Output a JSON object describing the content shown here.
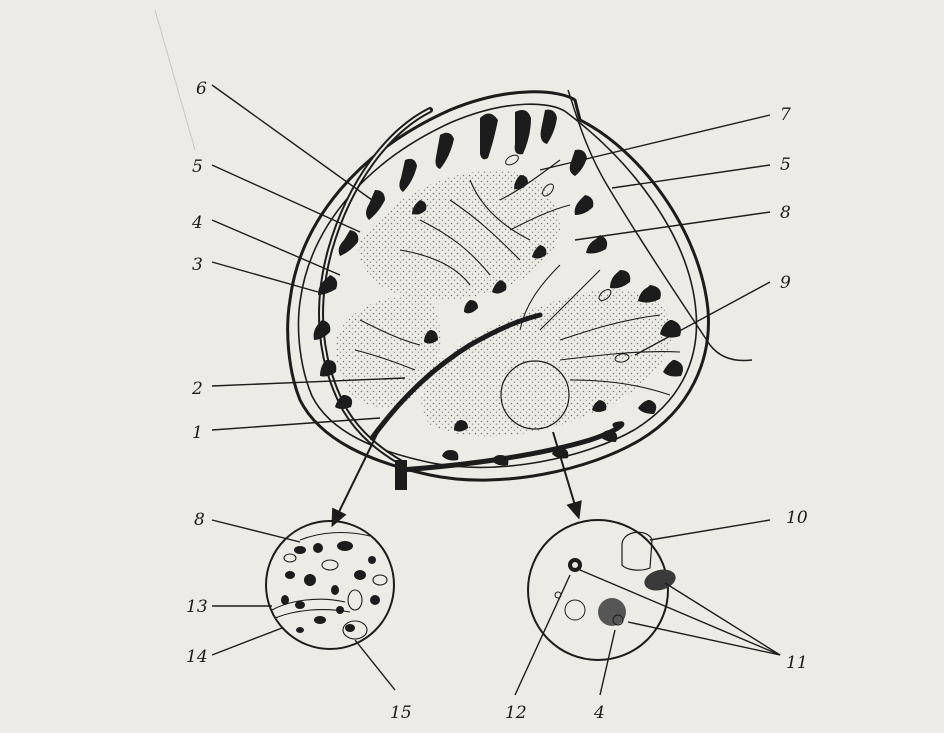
{
  "labels": {
    "l1": "1",
    "l2": "2",
    "l3": "3",
    "l4": "4",
    "l5a": "5",
    "l5b": "5",
    "l6": "6",
    "l7": "7",
    "l8a": "8",
    "l9": "9",
    "l8b": "8",
    "l13": "13",
    "l14": "14",
    "l15": "15",
    "l10": "10",
    "l11": "11",
    "l12": "12",
    "l4b": "4"
  },
  "colors": {
    "paper": "#ecebe6",
    "ink": "#1c1c1c",
    "stipple": "#8a8a8a"
  }
}
